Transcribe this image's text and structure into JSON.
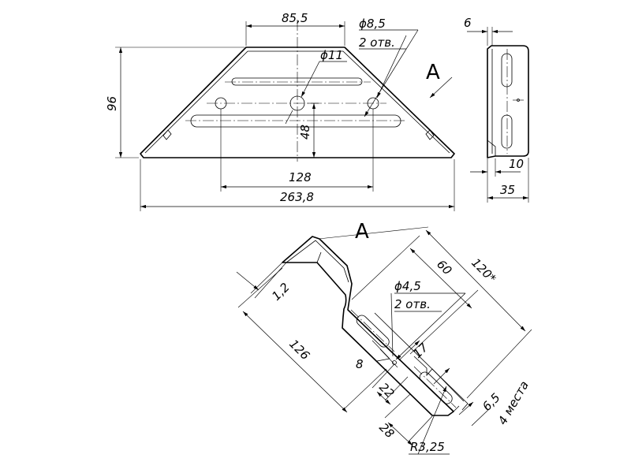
{
  "front": {
    "top_width": "85,5",
    "hole_small": "ϕ8,5",
    "hole_small_count": "2 отв.",
    "hole_big": "ϕ11",
    "height": "96",
    "slot_offset": "48",
    "holes_span": "128",
    "base_width": "263,8"
  },
  "side": {
    "view_letter": "A",
    "thickness": "6",
    "lip": "10",
    "depth": "35"
  },
  "view_a": {
    "title": "A",
    "thickness": "1,2",
    "length": "126",
    "slot_length": "60",
    "total_length": "120*",
    "hole": "ϕ4,5",
    "hole_count": "2 отв.",
    "offset_17": "17",
    "offset_8": "8",
    "offset_22": "22",
    "offset_28": "28",
    "radius": "R3,25",
    "corner": "6,5",
    "corner_count": "4 места"
  }
}
